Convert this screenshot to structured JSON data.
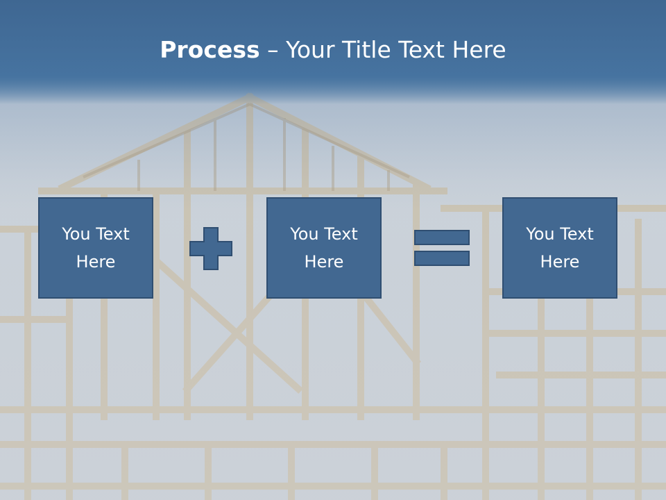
{
  "title": {
    "bold": "Process",
    "rest": " – Your Title Text Here"
  },
  "boxes": [
    {
      "text": "You Text Here"
    },
    {
      "text": "You Text Here"
    },
    {
      "text": "You Text Here"
    }
  ],
  "operators": {
    "first": "plus-icon",
    "second": "equals-icon"
  },
  "colors": {
    "box_fill": "#426891",
    "box_border": "#2f4e71",
    "header": "#3f6792",
    "text": "#ffffff"
  }
}
